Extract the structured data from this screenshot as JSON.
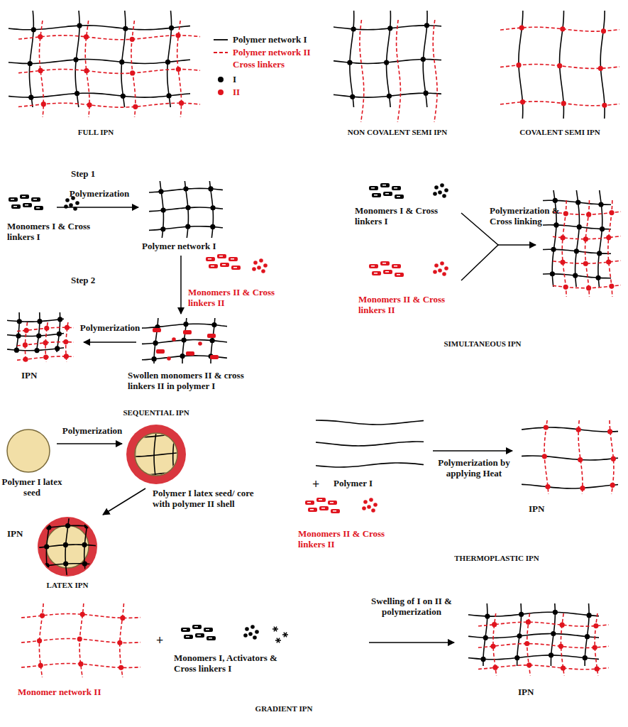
{
  "diagram": {
    "labels": [
      "Cross linkers",
      "FULL IPN",
      "NON COVALENT SEMI IPN",
      "COVALENT SEMI IPN",
      "Step 1",
      "Polymerization",
      "Monomers I & Cross linkers I",
      "Polymer network I",
      "Step 2",
      "Monomers II & Cross linkers II",
      "Swollen monomers II & cross linkers II in polymer I",
      "Polymerization",
      "IPN",
      "SEQUENTIAL IPN",
      "Monomers I & Cross linkers I",
      "Polymerization & Cross linking",
      "Monomers II & Cross linkers II",
      "SIMULTANEOUS IPN",
      "Polymerization",
      "Polymer I latex seed",
      "Polymer I latex seed/ core with polymer II shell",
      "IPN",
      "LATEX IPN",
      "Polymerization by applying Heat",
      "+",
      "Polymer I",
      "Monomers II & Cross linkers II",
      "IPN",
      "THERMOPLASTIC IPN",
      "Monomer network II",
      "+",
      "Monomers I, Activators & Cross linkers I",
      "Swelling of I on II & polymerization",
      "IPN",
      "GRADIENT IPN"
    ],
    "legend": [
      {
        "text": "Polymer network I"
      },
      {
        "text": "Polymer network II"
      },
      {
        "text": "I",
        "color": "#000000"
      },
      {
        "text": "II",
        "color": "#e0141e"
      }
    ]
  }
}
